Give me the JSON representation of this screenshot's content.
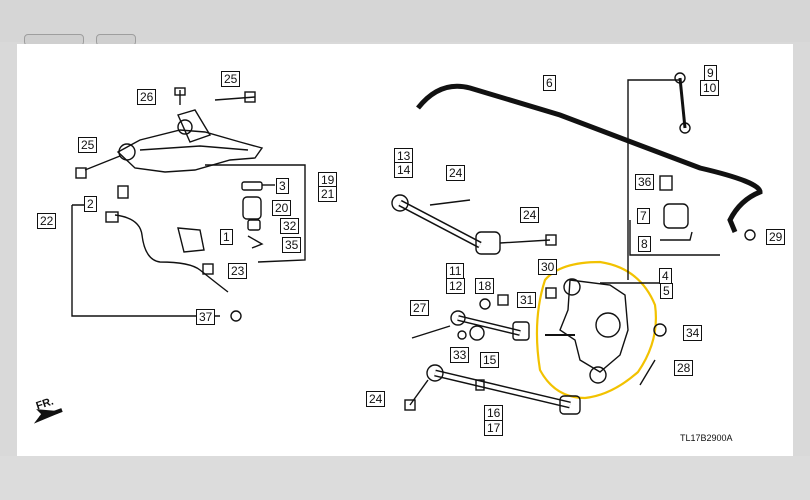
{
  "diagram": {
    "code": "TL17B2900A",
    "front_label": "FR.",
    "highlight_color": "#f2c200",
    "labels": {
      "p1": "1",
      "p2": "2",
      "p3": "3",
      "p4": "4",
      "p5": "5",
      "p6": "6",
      "p7": "7",
      "p8": "8",
      "p9": "9",
      "p10": "10",
      "p11": "11",
      "p12": "12",
      "p13": "13",
      "p14": "14",
      "p15": "15",
      "p16": "16",
      "p17": "17",
      "p18": "18",
      "p19": "19",
      "p20": "20",
      "p21": "21",
      "p22": "22",
      "p23": "23",
      "p24a": "24",
      "p24b": "24",
      "p24c": "24",
      "p25a": "25",
      "p25b": "25",
      "p26": "26",
      "p27": "27",
      "p28": "28",
      "p29": "29",
      "p30": "30",
      "p31": "31",
      "p32": "32",
      "p33": "33",
      "p34": "34",
      "p35": "35",
      "p36": "36",
      "p37": "37"
    }
  }
}
